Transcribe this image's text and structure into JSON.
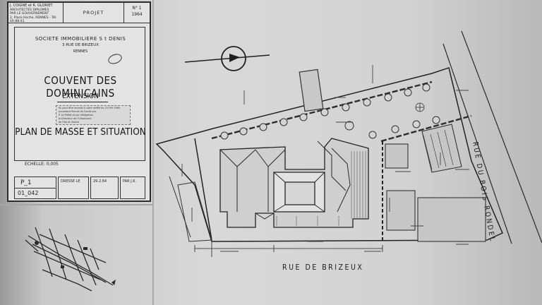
{
  "title_block": {
    "architects": [
      "J. COIGNE et R. GLORIET",
      "ARCHITECTES DIPLOMES",
      "PAR LE GOUVERNEMENT",
      "2, Place Hoche, RENNES - Tél. 44-88-41"
    ],
    "projet_label": "PROJET",
    "sheet_number": "N° 1",
    "year": "1964",
    "client_name": "SOCIETE IMMOBILIERE S t DENIS",
    "client_address": "3 RUE DE BRIZEUX",
    "client_city": "RENNES",
    "main_title": "COUVENT DES DOMINICAINS",
    "subtitle": "EXTENSION",
    "drawing_title": "PLAN DE MASSE ET SITUATION",
    "scale_label": "ECHELLE: 0,005",
    "stamp_lines": [
      "Vu pour être annexé à notre arrêté du 15 FEV 1964",
      "accordant Permis de Construire",
      "P. Le Préfet et par délégation",
      "le Directeur de l'Urbanisme",
      "de l'Ille et Vilaine"
    ],
    "plan_number": "P_1",
    "plan_code": "01_042",
    "footer_cells": [
      "DRESSE LE",
      "29.2.64",
      "PAR J.K."
    ]
  },
  "plan": {
    "street_south": "RUE DE BRIZEUX",
    "street_east": "RUE DU BOIS RONDEL"
  }
}
